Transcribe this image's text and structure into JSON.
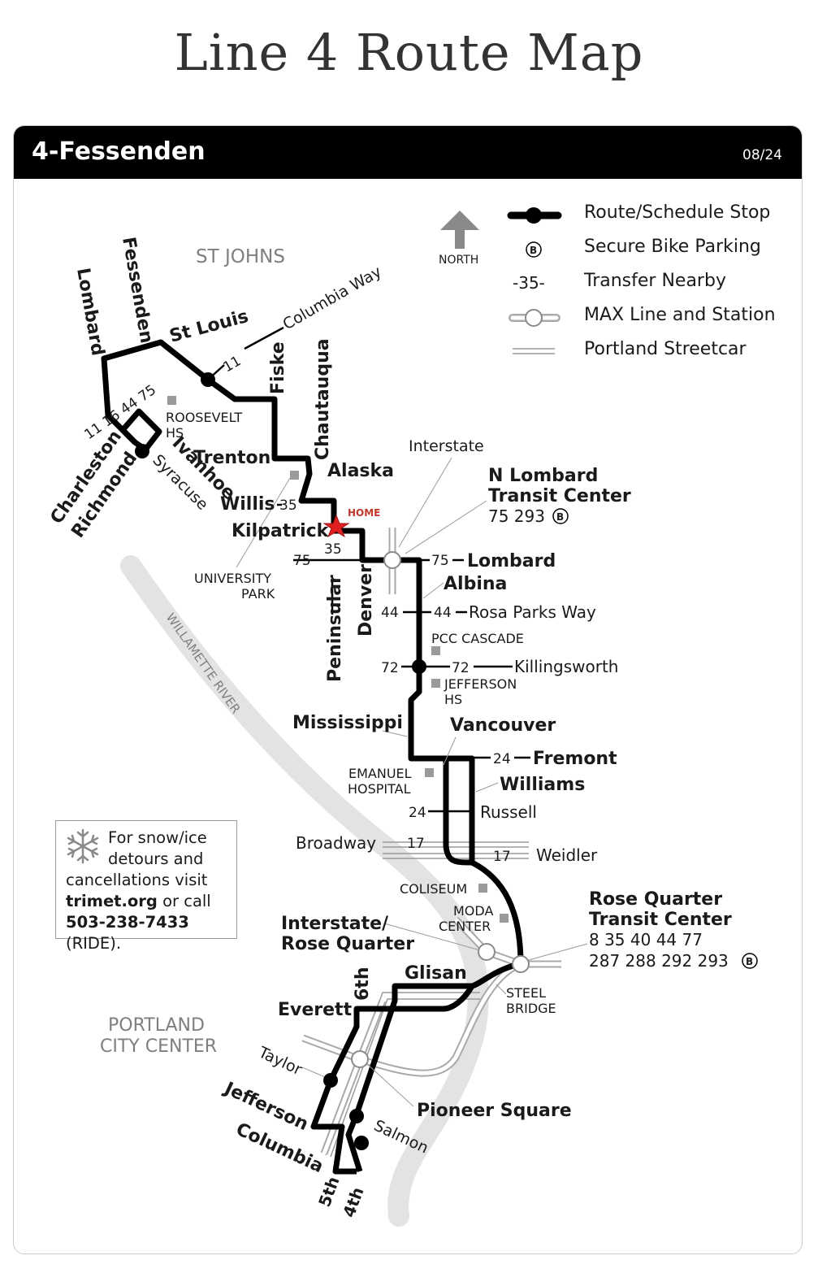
{
  "page_title": "Line 4 Route Map",
  "header": {
    "route_name": "4-Fessenden",
    "date": "08/24"
  },
  "north_label": "NORTH",
  "legend": [
    {
      "icon": "route-stop-icon",
      "label": "Route/Schedule Stop"
    },
    {
      "icon": "bike-parking-icon",
      "label": "Secure Bike Parking"
    },
    {
      "icon": "transfer-icon",
      "icon_text": "-35-",
      "label": "Transfer Nearby"
    },
    {
      "icon": "max-station-icon",
      "label": "MAX Line and Station"
    },
    {
      "icon": "streetcar-icon",
      "label": "Portland Streetcar"
    }
  ],
  "areas": {
    "st_johns": "ST JOHNS",
    "city_center_1": "PORTLAND",
    "city_center_2": "CITY CENTER",
    "river": "WILLAMETTE RIVER"
  },
  "streets": {
    "lombard_w": "Lombard",
    "fessenden": "Fessenden",
    "st_louis": "St Louis",
    "columbia_way": "Columbia Way",
    "fiske": "Fiske",
    "chautauqua": "Chautauqua",
    "trenton": "Trenton",
    "alaska": "Alaska",
    "willis": "Willis",
    "kilpatrick": "Kilpatrick",
    "ivanhoe": "Ivanhoe",
    "syracuse": "Syracuse",
    "charleston": "Charleston",
    "richmond": "Richmond",
    "peninsular": "Peninsular",
    "denver": "Denver",
    "interstate": "Interstate",
    "lombard_e": "Lombard",
    "albina": "Albina",
    "rosa_parks": "Rosa Parks Way",
    "killingsworth": "Killingsworth",
    "mississippi": "Mississippi",
    "vancouver": "Vancouver",
    "fremont": "Fremont",
    "williams": "Williams",
    "russell": "Russell",
    "broadway": "Broadway",
    "weidler": "Weidler",
    "glisan": "Glisan",
    "everett": "Everett",
    "sixth": "6th",
    "taylor": "Taylor",
    "jefferson": "Jefferson",
    "columbia": "Columbia",
    "salmon": "Salmon",
    "fifth": "5th",
    "fourth": "4th"
  },
  "transit_centers": {
    "n_lombard_1": "N Lombard",
    "n_lombard_2": "Transit Center",
    "n_lombard_lines": "75 293",
    "rose_quarter_1": "Rose Quarter",
    "rose_quarter_2": "Transit Center",
    "rose_quarter_lines_1": "8 35 40 44 77",
    "rose_quarter_lines_2": "287 288 292 293",
    "interstate_rq_1": "Interstate/",
    "interstate_rq_2": "Rose Quarter",
    "pioneer_square": "Pioneer Square",
    "bike_symbol": "B"
  },
  "landmarks": {
    "roosevelt_1": "ROOSEVELT",
    "roosevelt_2": "HS",
    "university_1": "UNIVERSITY",
    "university_2": "PARK",
    "pcc": "PCC CASCADE",
    "jefferson_1": "JEFFERSON",
    "jefferson_2": "HS",
    "emanuel_1": "EMANUEL",
    "emanuel_2": "HOSPITAL",
    "coliseum": "COLISEUM",
    "moda_1": "MODA",
    "moda_2": "CENTER",
    "steel_1": "STEEL",
    "steel_2": "BRIDGE",
    "home": "HOME"
  },
  "transfers": {
    "t11_stlouis": "11",
    "t_charleston": "11 16 44 75",
    "t35_willis": "35",
    "t35_kilpatrick": "35",
    "t75_w": "75",
    "t75_e": "75",
    "t44_w": "44",
    "t44_e": "44",
    "t72_w": "72",
    "t72_e": "72",
    "t24_fremont": "24",
    "t24_russell": "24",
    "t17_broadway": "17",
    "t17_weidler": "17"
  },
  "snow_notice": {
    "line1": "For snow/ice",
    "line2": "detours and",
    "line3": "cancellations visit",
    "site": "trimet.org",
    "mid": " or call",
    "phone": "503-238-7433",
    "tail": " (RIDE)."
  },
  "colors": {
    "route": "#000000",
    "max": "#a9a9a9",
    "river": "#e3e3e3",
    "home_star": "#e02020",
    "area_text": "#7f7f7f"
  }
}
